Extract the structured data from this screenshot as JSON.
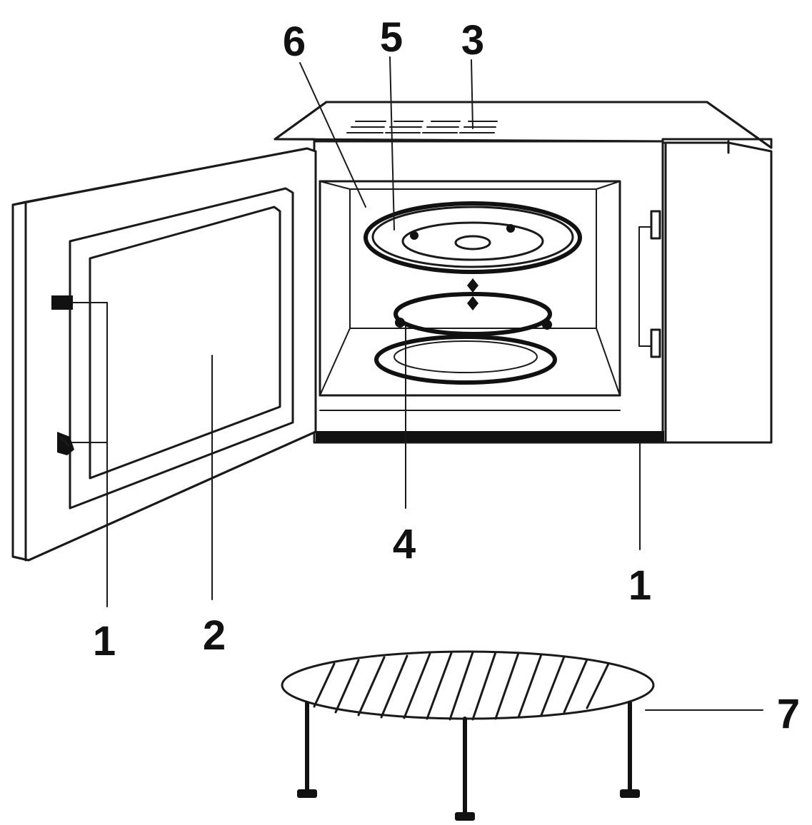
{
  "callouts": {
    "door_latch": "1",
    "door_window": "2",
    "control_panel": "3",
    "roller_ring": "4",
    "turntable": "5",
    "cavity": "6",
    "right_latch": "1",
    "grill_rack": "7"
  },
  "colors": {
    "line": "#1a1a1a",
    "background": "#ffffff"
  }
}
